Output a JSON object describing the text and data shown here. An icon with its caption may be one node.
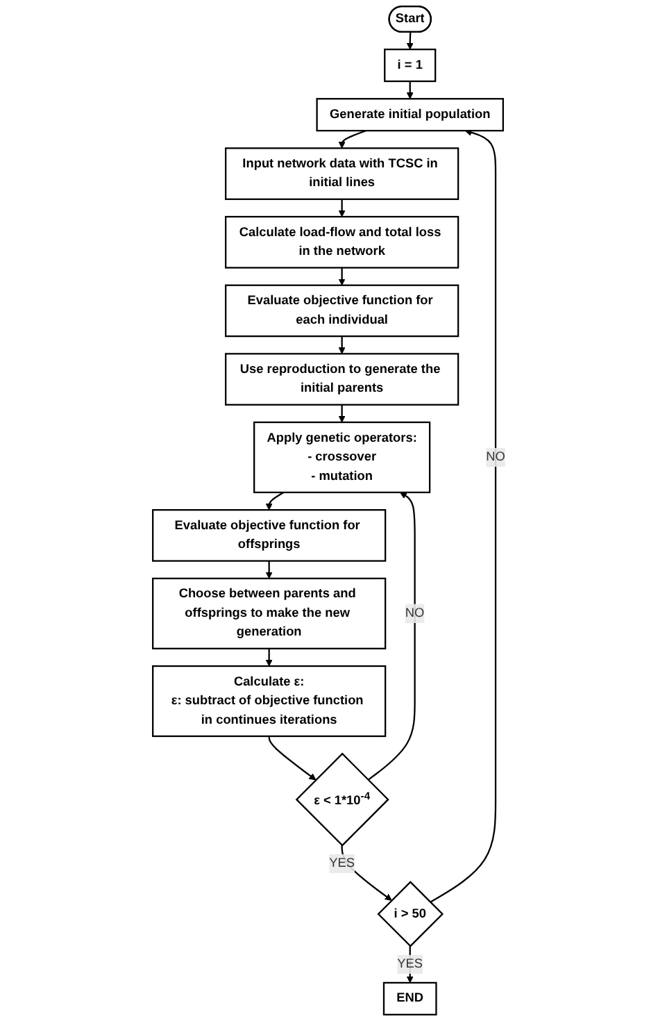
{
  "diagram": {
    "nodes": [
      {
        "text": [
          "Start"
        ]
      },
      {
        "text": [
          "i = 1"
        ]
      },
      {
        "text": [
          "Generate initial population"
        ]
      },
      {
        "text": [
          "Input network data with TCSC in initial lines"
        ]
      },
      {
        "text": [
          "Calculate load-flow and total loss in the network"
        ]
      },
      {
        "text": [
          "Evaluate objective function for each individual"
        ]
      },
      {
        "text": [
          "Use reproduction to generate the initial parents"
        ]
      },
      {
        "text": [
          "Apply genetic operators:",
          "- crossover",
          "- mutation"
        ]
      },
      {
        "text": [
          "Evaluate objective function for offsprings"
        ]
      },
      {
        "text": [
          "Choose between parents and offsprings to make the new generation"
        ]
      },
      {
        "text": [
          "Calculate ε:",
          "ε: subtract of objective function in continues iterations"
        ]
      },
      {
        "text": [
          "ε < 1*10$^{-4}$"
        ]
      },
      {
        "text": [
          "i > 50"
        ]
      },
      {
        "text": [
          "END"
        ]
      }
    ],
    "edges": [
      {
        "from": 0,
        "to": 1,
        "arrow": "to"
      },
      {
        "from": 1,
        "to": 2,
        "arrow": "to"
      },
      {
        "from": 2,
        "to": 3,
        "arrow": "to"
      },
      {
        "from": 3,
        "to": 4,
        "arrow": "to"
      },
      {
        "from": 4,
        "to": 5,
        "arrow": "to"
      },
      {
        "from": 5,
        "to": 6,
        "arrow": "to"
      },
      {
        "from": 6,
        "to": 7,
        "arrow": "to"
      },
      {
        "from": 7,
        "to": 8,
        "arrow": "to"
      },
      {
        "from": 8,
        "to": 9,
        "arrow": "to"
      },
      {
        "from": 9,
        "to": 10,
        "arrow": "to"
      },
      {
        "from": 10,
        "to": 11,
        "arrow": "to"
      },
      {
        "from": 11,
        "to": 7,
        "label": "NO",
        "arrow": "to"
      },
      {
        "from": 11,
        "to": 12,
        "label": "YES",
        "arrow": "to"
      },
      {
        "from": 12,
        "to": 2,
        "label": "NO",
        "arrow": "to"
      },
      {
        "from": 12,
        "to": 13,
        "label": "YES",
        "arrow": "to"
      }
    ]
  }
}
